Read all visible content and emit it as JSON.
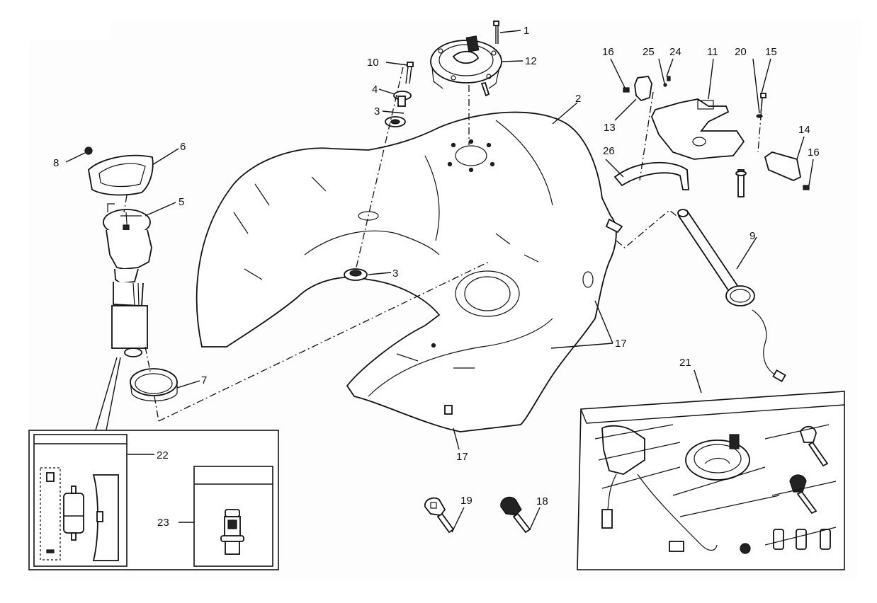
{
  "diagram": {
    "type": "exploded-parts-diagram",
    "subject": "fuel tank assembly",
    "callouts": [
      {
        "id": "1",
        "label": "1"
      },
      {
        "id": "2",
        "label": "2"
      },
      {
        "id": "3a",
        "label": "3"
      },
      {
        "id": "3b",
        "label": "3"
      },
      {
        "id": "4",
        "label": "4"
      },
      {
        "id": "5",
        "label": "5"
      },
      {
        "id": "6",
        "label": "6"
      },
      {
        "id": "7",
        "label": "7"
      },
      {
        "id": "8",
        "label": "8"
      },
      {
        "id": "9",
        "label": "9"
      },
      {
        "id": "10",
        "label": "10"
      },
      {
        "id": "11",
        "label": "11"
      },
      {
        "id": "12",
        "label": "12"
      },
      {
        "id": "13",
        "label": "13"
      },
      {
        "id": "14",
        "label": "14"
      },
      {
        "id": "15",
        "label": "15"
      },
      {
        "id": "16a",
        "label": "16"
      },
      {
        "id": "16b",
        "label": "16"
      },
      {
        "id": "17a",
        "label": "17"
      },
      {
        "id": "17b",
        "label": "17"
      },
      {
        "id": "18",
        "label": "18"
      },
      {
        "id": "19",
        "label": "19"
      },
      {
        "id": "20",
        "label": "20"
      },
      {
        "id": "21",
        "label": "21"
      },
      {
        "id": "22",
        "label": "22"
      },
      {
        "id": "23",
        "label": "23"
      },
      {
        "id": "24",
        "label": "24"
      },
      {
        "id": "25",
        "label": "25"
      },
      {
        "id": "26",
        "label": "26"
      }
    ],
    "parts": {
      "fuel_tank": "fuel-tank",
      "filler_cap": "filler-cap",
      "fuel_pump": "fuel-pump",
      "fuel_level_sensor": "fuel-level-sensor",
      "pump_flange_ring": "pump-retaining-ring",
      "seal_ring": "seal-ring",
      "fuel_filter_kit": "fuel-filter-kit",
      "pressure_regulator_kit": "pressure-regulator-kit",
      "lock_set_kit": "lock-set-kit",
      "key_red": "key-black",
      "key_white": "key-white",
      "bracket": "tank-bracket"
    }
  }
}
